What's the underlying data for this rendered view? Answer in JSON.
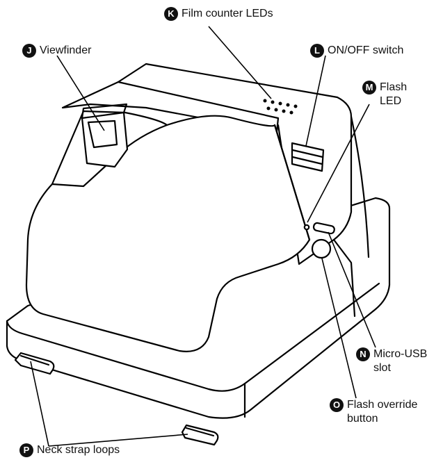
{
  "labels": {
    "J": {
      "letter": "J",
      "text": "Viewfinder"
    },
    "K": {
      "letter": "K",
      "text": "Film counter LEDs"
    },
    "L": {
      "letter": "L",
      "text": "ON/OFF switch"
    },
    "M": {
      "letter": "M",
      "line1": "Flash",
      "line2": "LED"
    },
    "N": {
      "letter": "N",
      "line1": "Micro-USB",
      "line2": "slot"
    },
    "O": {
      "letter": "O",
      "line1": "Flash override",
      "line2": "button"
    },
    "P": {
      "letter": "P",
      "text": "Neck strap loops"
    }
  }
}
